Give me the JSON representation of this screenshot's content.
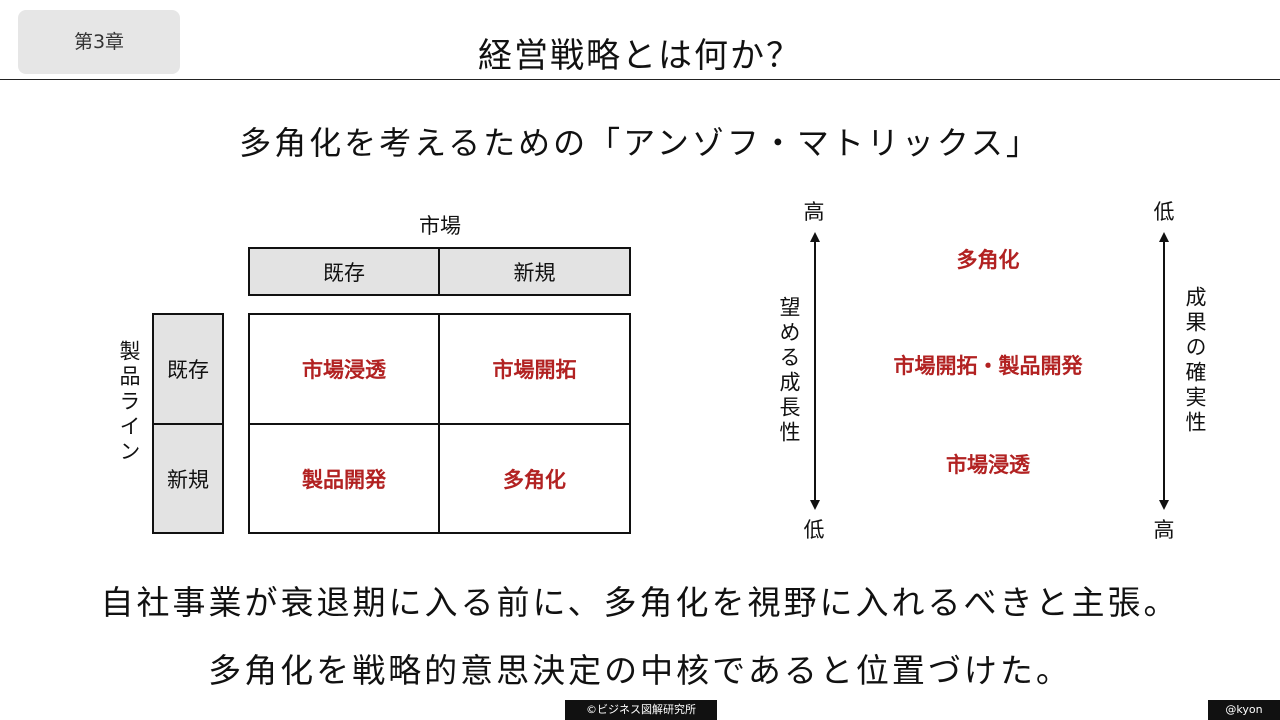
{
  "header": {
    "chapter": "第3章",
    "title": "経営戦略とは何か？"
  },
  "subtitle": "多角化を考えるための「アンゾフ・マトリックス」",
  "matrix": {
    "market_label": "市場",
    "product_label": "製品ライン",
    "col_headers": [
      "既存",
      "新規"
    ],
    "row_headers": [
      "既存",
      "新規"
    ],
    "cells": [
      [
        "市場浸透",
        "市場開拓"
      ],
      [
        "製品開発",
        "多角化"
      ]
    ]
  },
  "scale": {
    "growth_label": "望める成長性",
    "certainty_label": "成果の確実性",
    "growth_top": "高",
    "growth_bottom": "低",
    "certainty_top": "低",
    "certainty_bottom": "高",
    "items": [
      "多角化",
      "市場開拓・製品開発",
      "市場浸透"
    ]
  },
  "body_text": [
    "自社事業が衰退期に入る前に、多角化を視野に入れるべきと主張。",
    "多角化を戦略的意思決定の中核であると位置づけた。"
  ],
  "footer": {
    "credit": "©ビジネス図解研究所",
    "author": "@kyon"
  },
  "colors": {
    "accent_red": "#b22222",
    "header_gray": "#e3e3e3"
  }
}
